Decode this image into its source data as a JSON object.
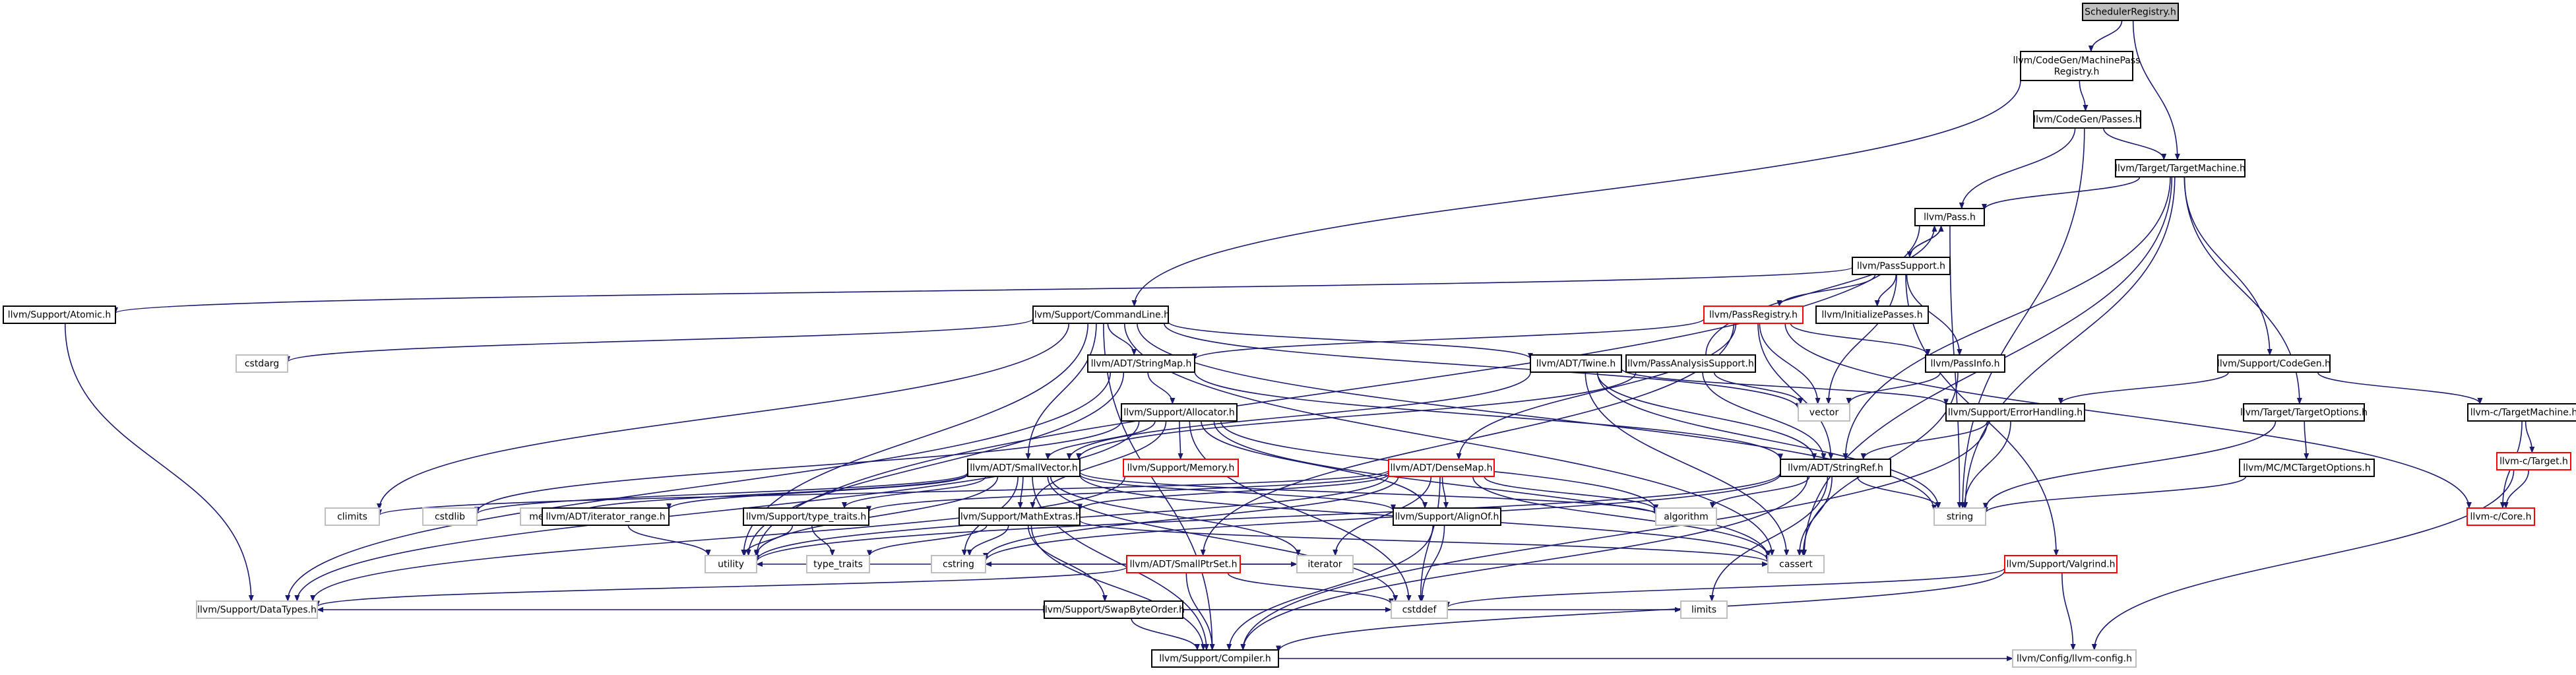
{
  "diagram": {
    "colors": {
      "edge": "#191970",
      "root_fill": "#bfbfbf",
      "default_border": "#000000",
      "truncated_border": "#ff0000",
      "system_border": "#bfbfbf"
    },
    "nodes": [
      {
        "id": "scheduler_registry",
        "label": "SchedulerRegistry.h",
        "kind": "root"
      },
      {
        "id": "machine_pass_registry",
        "label": "llvm/CodeGen/MachinePass\nRegistry.h",
        "kind": "default"
      },
      {
        "id": "codegen_passes",
        "label": "llvm/CodeGen/Passes.h",
        "kind": "default"
      },
      {
        "id": "target_machine",
        "label": "llvm/Target/TargetMachine.h",
        "kind": "default"
      },
      {
        "id": "pass_h",
        "label": "llvm/Pass.h",
        "kind": "default"
      },
      {
        "id": "pass_support",
        "label": "llvm/PassSupport.h",
        "kind": "default"
      },
      {
        "id": "atomic",
        "label": "llvm/Support/Atomic.h",
        "kind": "default"
      },
      {
        "id": "command_line",
        "label": "llvm/Support/CommandLine.h",
        "kind": "default"
      },
      {
        "id": "pass_registry",
        "label": "llvm/PassRegistry.h",
        "kind": "truncated"
      },
      {
        "id": "initialize_passes",
        "label": "llvm/InitializePasses.h",
        "kind": "default"
      },
      {
        "id": "cstdarg",
        "label": "cstdarg",
        "kind": "system"
      },
      {
        "id": "string_map",
        "label": "llvm/ADT/StringMap.h",
        "kind": "default"
      },
      {
        "id": "twine",
        "label": "llvm/ADT/Twine.h",
        "kind": "default"
      },
      {
        "id": "pass_analysis_support",
        "label": "llvm/PassAnalysisSupport.h",
        "kind": "default"
      },
      {
        "id": "pass_info",
        "label": "llvm/PassInfo.h",
        "kind": "default"
      },
      {
        "id": "support_codegen",
        "label": "llvm/Support/CodeGen.h",
        "kind": "default"
      },
      {
        "id": "c_target_machine",
        "label": "llvm-c/TargetMachine.h",
        "kind": "default"
      },
      {
        "id": "vector",
        "label": "vector",
        "kind": "system"
      },
      {
        "id": "allocator",
        "label": "llvm/Support/Allocator.h",
        "kind": "default"
      },
      {
        "id": "error_handling",
        "label": "llvm/Support/ErrorHandling.h",
        "kind": "default"
      },
      {
        "id": "target_options",
        "label": "llvm/Target/TargetOptions.h",
        "kind": "default"
      },
      {
        "id": "c_target",
        "label": "llvm-c/Target.h",
        "kind": "truncated"
      },
      {
        "id": "small_vector",
        "label": "llvm/ADT/SmallVector.h",
        "kind": "default"
      },
      {
        "id": "support_memory",
        "label": "llvm/Support/Memory.h",
        "kind": "truncated"
      },
      {
        "id": "dense_map",
        "label": "llvm/ADT/DenseMap.h",
        "kind": "truncated"
      },
      {
        "id": "string_ref",
        "label": "llvm/ADT/StringRef.h",
        "kind": "default"
      },
      {
        "id": "mc_target_options",
        "label": "llvm/MC/MCTargetOptions.h",
        "kind": "default"
      },
      {
        "id": "c_core",
        "label": "llvm-c/Core.h",
        "kind": "truncated"
      },
      {
        "id": "climits",
        "label": "climits",
        "kind": "system"
      },
      {
        "id": "cstdlib",
        "label": "cstdlib",
        "kind": "system"
      },
      {
        "id": "memory",
        "label": "memory",
        "kind": "system"
      },
      {
        "id": "iterator_range",
        "label": "llvm/ADT/iterator_range.h",
        "kind": "default"
      },
      {
        "id": "type_traits_h",
        "label": "llvm/Support/type_traits.h",
        "kind": "default"
      },
      {
        "id": "math_extras",
        "label": "llvm/Support/MathExtras.h",
        "kind": "default"
      },
      {
        "id": "align_of",
        "label": "llvm/Support/AlignOf.h",
        "kind": "default"
      },
      {
        "id": "algorithm",
        "label": "algorithm",
        "kind": "system"
      },
      {
        "id": "string",
        "label": "string",
        "kind": "system"
      },
      {
        "id": "small_ptr_set",
        "label": "llvm/ADT/SmallPtrSet.h",
        "kind": "truncated"
      },
      {
        "id": "utility",
        "label": "utility",
        "kind": "system"
      },
      {
        "id": "cstring",
        "label": "cstring",
        "kind": "system"
      },
      {
        "id": "type_traits",
        "label": "type_traits",
        "kind": "system"
      },
      {
        "id": "iterator",
        "label": "iterator",
        "kind": "system"
      },
      {
        "id": "cassert",
        "label": "cassert",
        "kind": "system"
      },
      {
        "id": "swap_byte_order",
        "label": "llvm/Support/SwapByteOrder.h",
        "kind": "default"
      },
      {
        "id": "valgrind",
        "label": "llvm/Support/Valgrind.h",
        "kind": "truncated"
      },
      {
        "id": "data_types",
        "label": "llvm/Support/DataTypes.h",
        "kind": "system"
      },
      {
        "id": "compiler",
        "label": "llvm/Support/Compiler.h",
        "kind": "default"
      },
      {
        "id": "cstddef",
        "label": "cstddef",
        "kind": "system"
      },
      {
        "id": "limits",
        "label": "limits",
        "kind": "system"
      },
      {
        "id": "llvm_config",
        "label": "llvm/Config/llvm-config.h",
        "kind": "system"
      }
    ],
    "edges": [
      [
        "scheduler_registry",
        "machine_pass_registry"
      ],
      [
        "scheduler_registry",
        "target_machine"
      ],
      [
        "machine_pass_registry",
        "codegen_passes"
      ],
      [
        "machine_pass_registry",
        "command_line"
      ],
      [
        "codegen_passes",
        "pass_h"
      ],
      [
        "codegen_passes",
        "target_machine"
      ],
      [
        "codegen_passes",
        "string"
      ],
      [
        "target_machine",
        "pass_h"
      ],
      [
        "target_machine",
        "support_codegen"
      ],
      [
        "target_machine",
        "target_options"
      ],
      [
        "target_machine",
        "string_ref"
      ],
      [
        "target_machine",
        "cassert"
      ],
      [
        "target_machine",
        "string"
      ],
      [
        "pass_h",
        "pass_support"
      ],
      [
        "pass_h",
        "string"
      ],
      [
        "pass_h",
        "utility"
      ],
      [
        "pass_support",
        "pass_h"
      ],
      [
        "pass_support",
        "atomic"
      ],
      [
        "pass_support",
        "pass_registry"
      ],
      [
        "pass_support",
        "initialize_passes"
      ],
      [
        "pass_support",
        "pass_info"
      ],
      [
        "pass_support",
        "valgrind"
      ],
      [
        "pass_support",
        "vector"
      ],
      [
        "pass_analysis_support",
        "pass_h"
      ],
      [
        "pass_analysis_support",
        "small_vector"
      ],
      [
        "pass_analysis_support",
        "string_ref"
      ],
      [
        "pass_analysis_support",
        "vector"
      ],
      [
        "atomic",
        "data_types"
      ],
      [
        "command_line",
        "cstdarg"
      ],
      [
        "command_line",
        "string_map"
      ],
      [
        "command_line",
        "twine"
      ],
      [
        "command_line",
        "small_vector"
      ],
      [
        "command_line",
        "cassert"
      ],
      [
        "command_line",
        "climits"
      ],
      [
        "command_line",
        "utility"
      ],
      [
        "command_line",
        "compiler"
      ],
      [
        "command_line",
        "vector"
      ],
      [
        "command_line",
        "string"
      ],
      [
        "pass_registry",
        "string_map"
      ],
      [
        "pass_registry",
        "dense_map"
      ],
      [
        "pass_registry",
        "small_ptr_set"
      ],
      [
        "pass_registry",
        "string_ref"
      ],
      [
        "pass_registry",
        "pass_info"
      ],
      [
        "pass_registry",
        "c_core"
      ],
      [
        "pass_registry",
        "vector"
      ],
      [
        "string_map",
        "allocator"
      ],
      [
        "string_map",
        "string_ref"
      ],
      [
        "string_map",
        "data_types"
      ],
      [
        "string_map",
        "utility"
      ],
      [
        "twine",
        "small_vector"
      ],
      [
        "twine",
        "string_ref"
      ],
      [
        "twine",
        "error_handling"
      ],
      [
        "twine",
        "cassert"
      ],
      [
        "twine",
        "string"
      ],
      [
        "pass_info",
        "vector"
      ],
      [
        "pass_info",
        "cassert"
      ],
      [
        "support_codegen",
        "c_target_machine"
      ],
      [
        "support_codegen",
        "error_handling"
      ],
      [
        "c_target_machine",
        "c_target"
      ],
      [
        "c_target_machine",
        "c_core"
      ],
      [
        "c_target",
        "c_core"
      ],
      [
        "c_target",
        "llvm_config"
      ],
      [
        "allocator",
        "small_vector"
      ],
      [
        "allocator",
        "align_of"
      ],
      [
        "allocator",
        "math_extras"
      ],
      [
        "allocator",
        "support_memory"
      ],
      [
        "allocator",
        "data_types"
      ],
      [
        "allocator",
        "cstdlib"
      ],
      [
        "allocator",
        "algorithm"
      ],
      [
        "allocator",
        "cassert"
      ],
      [
        "allocator",
        "cstddef"
      ],
      [
        "error_handling",
        "string_ref"
      ],
      [
        "error_handling",
        "compiler"
      ],
      [
        "error_handling",
        "string"
      ],
      [
        "target_options",
        "mc_target_options"
      ],
      [
        "target_options",
        "string"
      ],
      [
        "mc_target_options",
        "string"
      ],
      [
        "small_vector",
        "iterator_range"
      ],
      [
        "small_vector",
        "align_of"
      ],
      [
        "small_vector",
        "compiler"
      ],
      [
        "small_vector",
        "math_extras"
      ],
      [
        "small_vector",
        "type_traits_h"
      ],
      [
        "small_vector",
        "algorithm"
      ],
      [
        "small_vector",
        "cassert"
      ],
      [
        "small_vector",
        "cstddef"
      ],
      [
        "small_vector",
        "cstdlib"
      ],
      [
        "small_vector",
        "cstring"
      ],
      [
        "small_vector",
        "iterator"
      ],
      [
        "small_vector",
        "memory"
      ],
      [
        "small_vector",
        "utility"
      ],
      [
        "support_memory",
        "data_types"
      ],
      [
        "dense_map",
        "math_extras"
      ],
      [
        "dense_map",
        "align_of"
      ],
      [
        "dense_map",
        "type_traits_h"
      ],
      [
        "dense_map",
        "algorithm"
      ],
      [
        "dense_map",
        "cassert"
      ],
      [
        "dense_map",
        "climits"
      ],
      [
        "dense_map",
        "cstddef"
      ],
      [
        "dense_map",
        "cstring"
      ],
      [
        "dense_map",
        "iterator"
      ],
      [
        "dense_map",
        "utility"
      ],
      [
        "string_ref",
        "compiler"
      ],
      [
        "string_ref",
        "algorithm"
      ],
      [
        "string_ref",
        "cassert"
      ],
      [
        "string_ref",
        "cstring"
      ],
      [
        "string_ref",
        "limits"
      ],
      [
        "string_ref",
        "string"
      ],
      [
        "string_ref",
        "utility"
      ],
      [
        "iterator_range",
        "utility"
      ],
      [
        "type_traits_h",
        "type_traits"
      ],
      [
        "type_traits_h",
        "utility"
      ],
      [
        "math_extras",
        "compiler"
      ],
      [
        "math_extras",
        "swap_byte_order"
      ],
      [
        "math_extras",
        "cassert"
      ],
      [
        "math_extras",
        "cstring"
      ],
      [
        "math_extras",
        "type_traits"
      ],
      [
        "align_of",
        "compiler"
      ],
      [
        "align_of",
        "cstddef"
      ],
      [
        "small_ptr_set",
        "compiler"
      ],
      [
        "small_ptr_set",
        "data_types"
      ],
      [
        "small_ptr_set",
        "cassert"
      ],
      [
        "small_ptr_set",
        "cstddef"
      ],
      [
        "small_ptr_set",
        "cstring"
      ],
      [
        "small_ptr_set",
        "iterator"
      ],
      [
        "small_ptr_set",
        "utility"
      ],
      [
        "swap_byte_order",
        "compiler"
      ],
      [
        "swap_byte_order",
        "data_types"
      ],
      [
        "swap_byte_order",
        "cstddef"
      ],
      [
        "swap_byte_order",
        "limits"
      ],
      [
        "valgrind",
        "compiler"
      ],
      [
        "valgrind",
        "llvm_config"
      ],
      [
        "valgrind",
        "cstddef"
      ],
      [
        "compiler",
        "llvm_config"
      ]
    ]
  }
}
